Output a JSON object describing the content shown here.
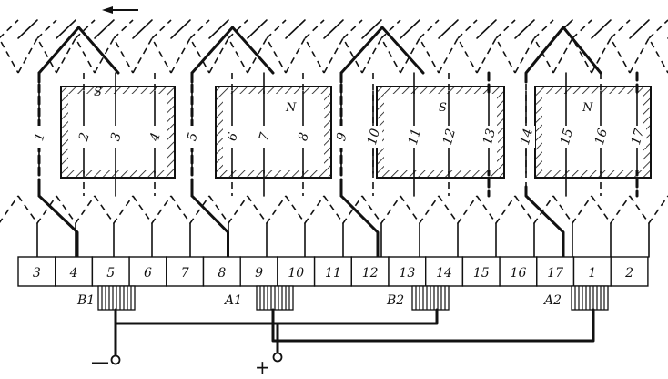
{
  "conductor_labels": [
    "1",
    "2",
    "3",
    "4",
    "5",
    "6",
    "7",
    "8",
    "9",
    "10",
    "11",
    "12",
    "13",
    "14",
    "15",
    "16",
    "17"
  ],
  "pole_labels": [
    "S",
    "N",
    "S",
    "N"
  ],
  "commutator_segments": [
    "3",
    "4",
    "5",
    "6",
    "7",
    "8",
    "9",
    "10",
    "11",
    "12",
    "13",
    "14",
    "15",
    "16",
    "17",
    "1",
    "2"
  ],
  "brushes": [
    {
      "label": "B1"
    },
    {
      "label": "A1"
    },
    {
      "label": "B2"
    },
    {
      "label": "A2"
    }
  ],
  "terminals": {
    "negative": "—",
    "positive": "+"
  }
}
